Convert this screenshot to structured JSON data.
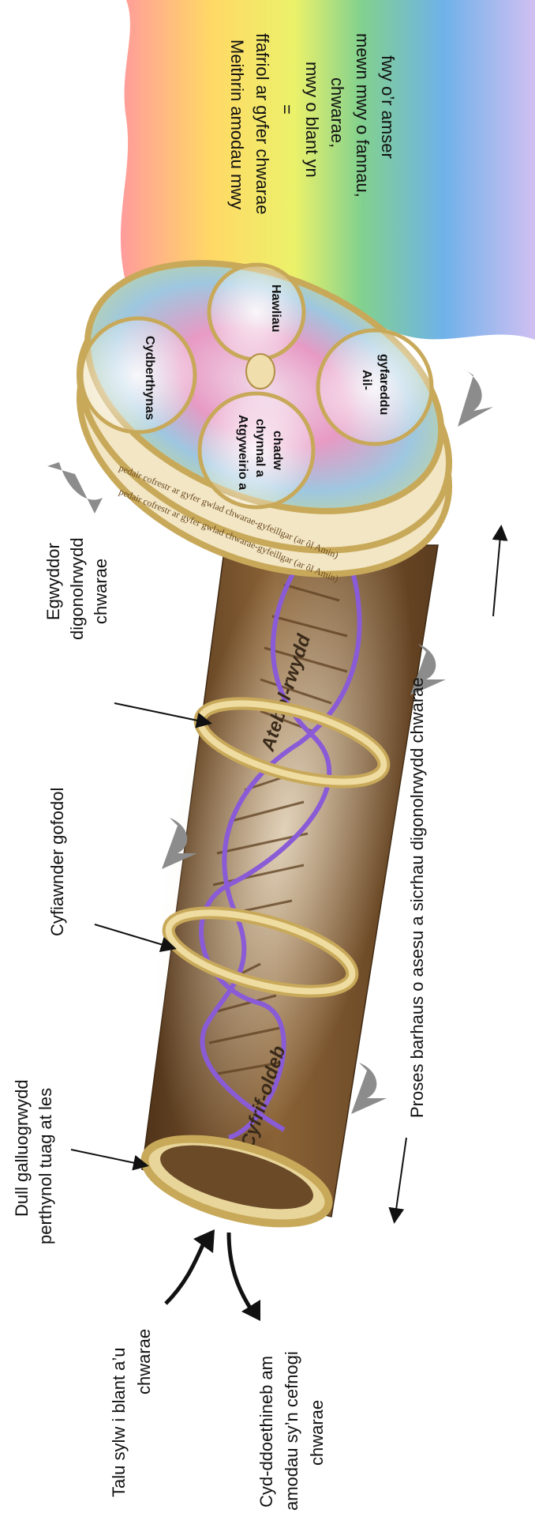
{
  "rainbow_text": {
    "line1": "Meithrin amodau mwy",
    "line2": "ffafriol ar gyfer chwarae",
    "line3": "=",
    "line4": "mwy o blant yn",
    "line5": "chwarae,",
    "line6": "mewn mwy o fannau,",
    "line7": "fwy o’r amser"
  },
  "disc": {
    "top_circle": "Hawliau",
    "left_circle": "Cydberthynas",
    "right_circle_line1": "Ail-",
    "right_circle_line2": "gyfareddu",
    "bottom_circle_line1": "Atgyweirio a",
    "bottom_circle_line2": "chynnal a",
    "bottom_circle_line3": "chadw",
    "rim_text_1": "pedair cofrestr ar gyfer gwlad chwarae-gyfeillgar (ar ôl Amin)",
    "rim_text_2": "pedair cofrestr ar gyfer gwlad chwarae-gyfeillgar (ar ôl Amin)"
  },
  "tube": {
    "strand_upper": "Atebol-rwydd",
    "strand_lower": "Cyfrif-oldeb"
  },
  "left_labels": {
    "principle_line1": "Egwyddor",
    "principle_line2": "digonolrwydd",
    "principle_line3": "chwarae",
    "spatial_justice": "Cyfiawnder gofodol",
    "capability_line1": "Dull galluogrwydd",
    "capability_line2": "perthynol tuag at les"
  },
  "bottom_labels": {
    "attention_line1": "Talu sylw i blant a’u",
    "attention_line2": "chwarae",
    "wisdom_line1": "Cyd-ddoethineb am",
    "wisdom_line2": "amodau sy’n cefnogi",
    "wisdom_line3": "chwarae"
  },
  "right_label": "Proses barhaus o asesu a sicrhau digonolrwydd chwarae",
  "colors": {
    "tube_brown": "#7a5530",
    "ring_gold": "#e6d08a",
    "dna_purple": "#8a5bd6",
    "arrow_grey": "#8c8c8c"
  }
}
